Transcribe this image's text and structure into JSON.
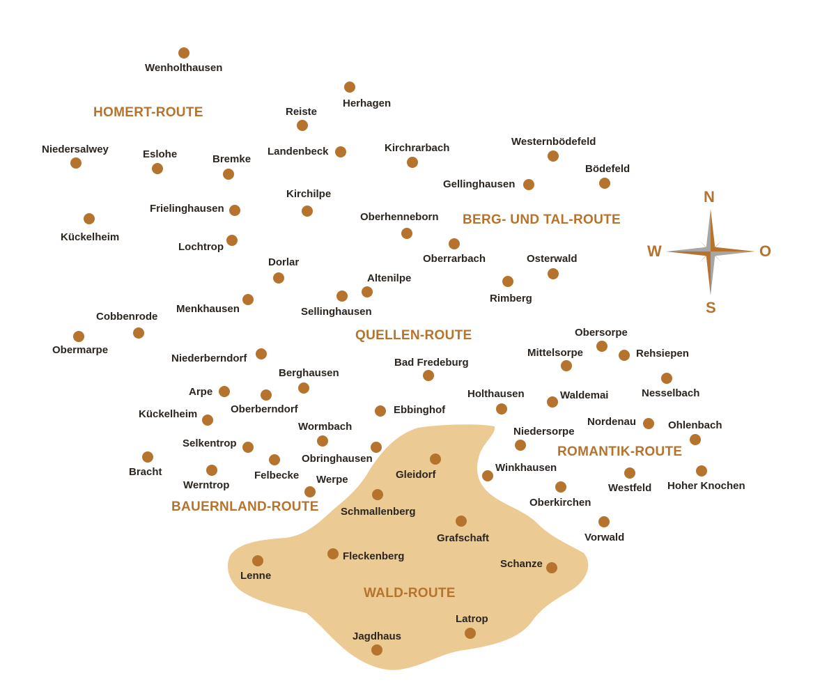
{
  "colors": {
    "dot": "#b5732e",
    "route_text": "#b5732e",
    "place_text": "#2b2520",
    "forest_area": "#ecca93",
    "compass_brown": "#b5732e",
    "compass_grey": "#a6a6a6"
  },
  "routes": {
    "homert": "HOMERT-ROUTE",
    "berg_tal": "BERG- UND TAL-ROUTE",
    "quellen": "QUELLEN-ROUTE",
    "romantik": "ROMANTIK-ROUTE",
    "bauernland": "BAUERNLAND-ROUTE",
    "wald": "WALD-ROUTE"
  },
  "compass": {
    "north": "N",
    "south": "S",
    "west": "W",
    "east": "O"
  },
  "places": {
    "wenholthausen": "Wenholthausen",
    "herhagen": "Herhagen",
    "reiste": "Reiste",
    "landenbeck": "Landenbeck",
    "kirchrarbach": "Kirchrarbach",
    "westernboedefeld": "Westernbödefeld",
    "boedefeld": "Bödefeld",
    "gellinghausen": "Gellinghausen",
    "niedersalwey": "Niedersalwey",
    "eslohe": "Eslohe",
    "bremke": "Bremke",
    "kirchilpe": "Kirchilpe",
    "frielinghausen": "Frielinghausen",
    "kueckelheim_north": "Kückelheim",
    "lochtrop": "Lochtrop",
    "oberhenneborn": "Oberhenneborn",
    "oberrarbach": "Oberrarbach",
    "dorlar": "Dorlar",
    "osterwald": "Osterwald",
    "rimberg": "Rimberg",
    "altenilpe": "Altenilpe",
    "sellinghausen": "Sellinghausen",
    "menkhausen": "Menkhausen",
    "cobbenrode": "Cobbenrode",
    "obermarpe": "Obermarpe",
    "obersorpe": "Obersorpe",
    "mittelsorpe": "Mittelsorpe",
    "rehsiepen": "Rehsiepen",
    "niederberndorf": "Niederberndorf",
    "bad_fredeburg": "Bad Fredeburg",
    "berghausen": "Berghausen",
    "nesselbach": "Nesselbach",
    "arpe": "Arpe",
    "oberberndorf": "Oberberndorf",
    "holthausen": "Holthausen",
    "waldemai": "Waldemai",
    "ebbinghof": "Ebbinghof",
    "kueckelheim_south": "Kückelheim",
    "nordenau": "Nordenau",
    "ohlenbach": "Ohlenbach",
    "wormbach": "Wormbach",
    "niedersorpe": "Niedersorpe",
    "selkentrop": "Selkentrop",
    "obringhausen": "Obringhausen",
    "bracht": "Bracht",
    "felbecke": "Felbecke",
    "werntrop": "Werntrop",
    "gleidorf": "Gleidorf",
    "winkhausen": "Winkhausen",
    "westfeld": "Westfeld",
    "hoher_knochen": "Hoher Knochen",
    "werpe": "Werpe",
    "oberkirchen": "Oberkirchen",
    "schmallenberg": "Schmallenberg",
    "grafschaft": "Grafschaft",
    "vorwald": "Vorwald",
    "fleckenberg": "Fleckenberg",
    "lenne": "Lenne",
    "schanze": "Schanze",
    "latrop": "Latrop",
    "jagdhaus": "Jagdhaus"
  }
}
